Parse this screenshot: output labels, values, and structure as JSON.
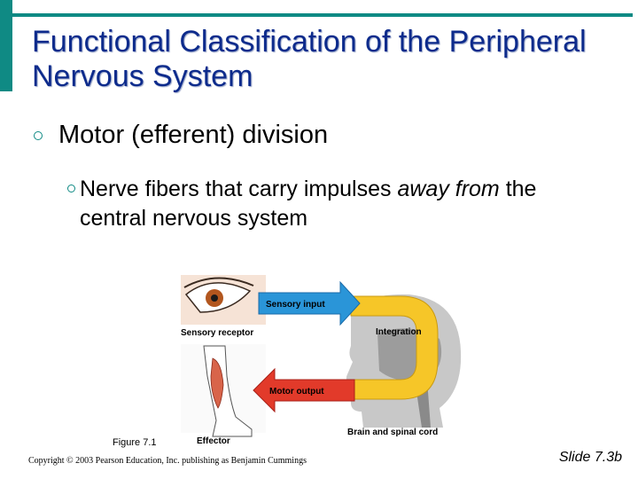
{
  "slide": {
    "title": "Functional Classification of the Peripheral Nervous System",
    "bullet_1": "Motor (efferent) division",
    "bullet_2_before": "Nerve fibers that carry impulses ",
    "bullet_2_emph": "away from",
    "bullet_2_after": " the central nervous system",
    "accent_color": "#0f8a84",
    "title_color": "#0d2b8c"
  },
  "figure": {
    "caption": "Figure 7.1",
    "sensory_input": "Sensory input",
    "integration": "Integration",
    "motor_output": "Motor output",
    "sensory_receptor": "Sensory receptor",
    "effector": "Effector",
    "brain_label": "Brain and spinal cord",
    "sensory_color": "#2a95d8",
    "motor_color": "#e23a2a",
    "integration_color": "#f6c628"
  },
  "footer": {
    "copyright": "Copyright © 2003 Pearson Education, Inc. publishing as Benjamin Cummings",
    "slide_number": "Slide 7.3b"
  }
}
